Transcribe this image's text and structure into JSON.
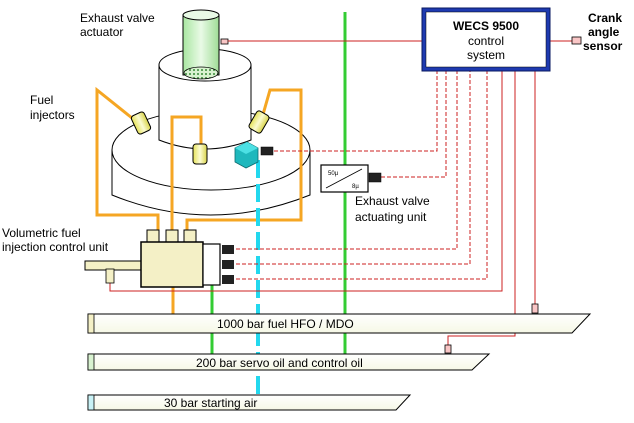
{
  "labels": {
    "exhaust_valve_actuator": [
      "Exhaust valve",
      "actuator"
    ],
    "fuel_injectors": [
      "Fuel",
      "injectors"
    ],
    "volumetric_unit": [
      "Volumetric fuel",
      "injection control unit"
    ],
    "exhaust_valve_actuating_unit": [
      "Exhaust valve",
      "actuating unit"
    ],
    "crank_angle_sensor": [
      "Crank",
      "angle",
      "sensor"
    ]
  },
  "control_system": {
    "title": "WECS 9500",
    "lines": [
      "control",
      "system"
    ]
  },
  "actuating_unit_marks": [
    "50µ",
    "8µ"
  ],
  "rails": {
    "fuel": "1000 bar fuel HFO / MDO",
    "servo": "200 bar servo oil and control oil",
    "air": "30 bar starting air"
  },
  "colors": {
    "fuel_line": "#f5a623",
    "servo_line": "#33cc33",
    "air_line": "#22d8ee",
    "signal_line": "#cc2222",
    "control_box_fill": "#1e3ab0"
  }
}
